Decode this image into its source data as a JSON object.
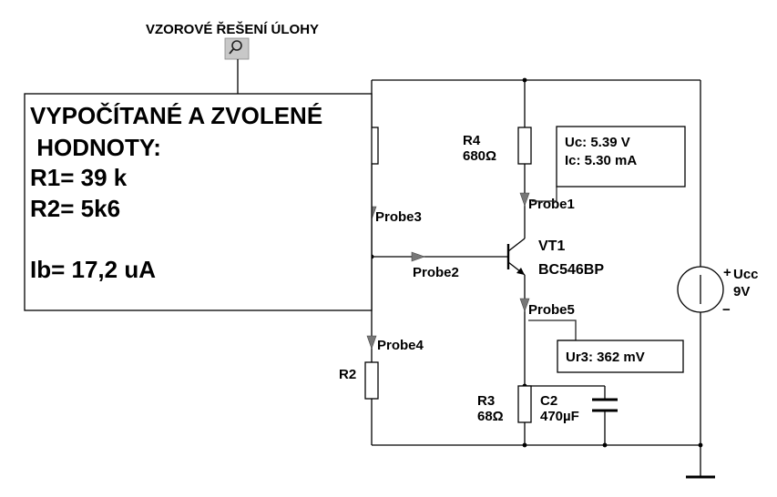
{
  "title": "VZOROVÉ ŘEŠENÍ ÚLOHY",
  "note": {
    "line1": "VYPOČÍTANÉ A ZVOLENÉ",
    "line2": " HODNOTY:",
    "line3": "R1= 39 k",
    "line4": "R2= 5k6",
    "line5": "Ib= 17,2 uA"
  },
  "components": {
    "r4": {
      "name": "R4",
      "value": "680Ω"
    },
    "r2": {
      "name": "R2"
    },
    "r3": {
      "name": "R3",
      "value": "68Ω"
    },
    "c2": {
      "name": "C2",
      "value": "470µF"
    },
    "vt1": {
      "name": "VT1",
      "value": "BC546BP"
    },
    "ucc": {
      "name": "Ucc",
      "value": "9V",
      "plus": "+",
      "minus": "−"
    }
  },
  "probes": {
    "p1": {
      "name": "Probe1",
      "line1": "Uc: 5.39 V",
      "line2": "Ic: 5.30 mA"
    },
    "p2": {
      "name": "Probe2"
    },
    "p3": {
      "name": "Probe3"
    },
    "p4": {
      "name": "Probe4"
    },
    "p5": {
      "name": "Probe5",
      "line1": "Ur3: 362 mV"
    }
  }
}
